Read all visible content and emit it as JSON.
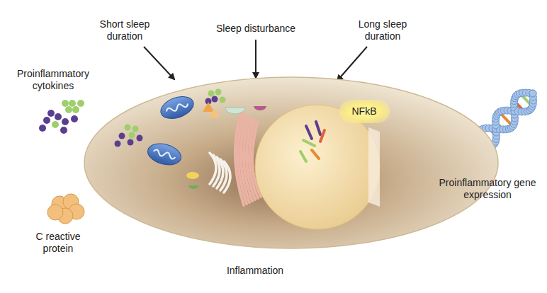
{
  "diagram": {
    "nodes": [
      {
        "text": [
          "Inflammation"
        ]
      },
      {
        "text": [
          "NFkB"
        ],
        "in": 0
      }
    ],
    "labels": [
      "Short sleep duration",
      "Sleep disturbance",
      "Long sleep duration",
      "Proinflammatory cytokines",
      "C reactive protein",
      "Proinflammatory gene expression"
    ]
  }
}
